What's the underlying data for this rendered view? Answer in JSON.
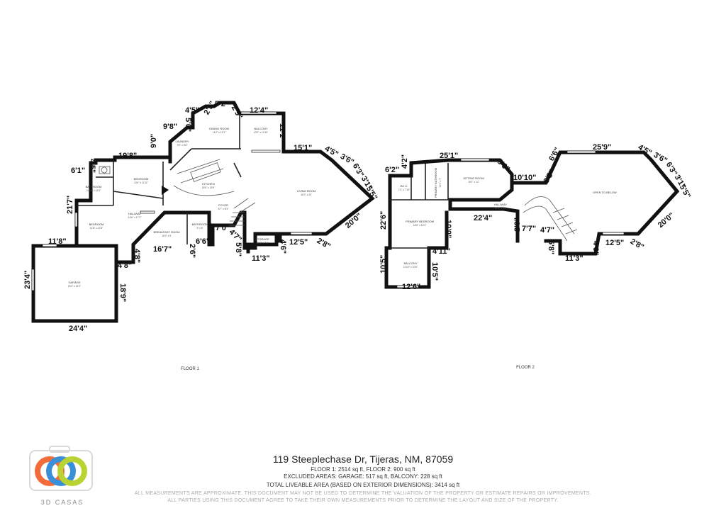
{
  "address": "119 Steeplechase Dr, Tijeras, NM, 87059",
  "floor_areas": "FLOOR 1: 2514 sq ft, FLOOR 2: 900 sq ft",
  "excluded_areas": "EXCLUDED AREAS: GARAGE: 517 sq ft, BALCONY: 228 sq ft",
  "total_area": "TOTAL LIVEABLE AREA (BASED ON EXTERIOR DIMENSIONS): 3414 sq ft",
  "disclaimer_1": "ALL MEASUREMENTS ARE APPROXIMATE. THIS DOCUMENT MAY NOT BE USED TO DETERMINE THE VALUATION OF THE PROPERTY OR ESTIMATE REPAIRS OR IMPROVEMENTS.",
  "disclaimer_2": "ALL PARTIES USING THIS DOCUMENT AGREE TO TAKE THEIR OWN MEASUREMENTS PRIOR TO DETERMINE THE LAYOUT AND SIZE OF THE PROPERTY.",
  "brand": "3D CASAS",
  "logo_colors": [
    "#f26b3a",
    "#3a8fd9",
    "#b9d432"
  ],
  "floor1": {
    "label": "FLOOR 1",
    "rooms": {
      "garage": "GARAGE",
      "garage_size": "23'4\" x 22'2\"",
      "bedroom_a": "BEDROOM",
      "bedroom_a_size": "11'8\" x 12'8\"",
      "bathroom": "BATHROOM",
      "bathroom_size": "11'10\" x 12'3\"",
      "bedroom_b": "BEDROOM",
      "bedroom_b_size": "13'4\" x 11'11\"",
      "hallway": "HALLWAY",
      "hallway_size": "16'6\" x 17'3\"",
      "breakfast": "BREAKFAST ROOM",
      "breakfast_size": "16'3\" x 9'",
      "bath_small": "BATHROOM",
      "bath_small_size": "5' x 6'",
      "laundry": "LAUNDRY",
      "laundry_size": "9'0\" x 8'8\"",
      "dining": "DINING ROOM",
      "dining_size": "14'2\" x 13'1\"",
      "balcony": "BALCONY",
      "balcony_size": "10'0\" x 10'10\"",
      "kitchen": "KITCHEN",
      "kitchen_size": "18'0\" x 15'9\"",
      "foyer": "FOYER",
      "foyer_size": "8'7\" x 8'3\"",
      "living": "LIVING ROOM",
      "living_size": "40'0\" x 20'",
      "storage": "STORAGE",
      "storage_size": "10'1\" x 7'4\""
    },
    "dims": {
      "d1": "4'5\"",
      "d2": "2'9\"",
      "d3": "5'2\"",
      "d4": "2'9\"",
      "d5": "12'4\"",
      "d6": "5'0\"",
      "d7": "9'8\"",
      "d8": "9'0\"",
      "d9": "11'1\"",
      "d10": "15'1\"",
      "d11": "4'5\"",
      "d12": "3'6\"",
      "d13": "6'3\"",
      "d14": "3'1\"",
      "d15": "5'5\"",
      "d16": "19'8\"",
      "d17": "4'5\"",
      "d18": "6'1\"",
      "d19": "21'7\"",
      "d20": "11'8\"",
      "d21": "23'4\"",
      "d22": "24'4\"",
      "d23": "18'9\"",
      "d24": "4'8\"",
      "d25": "4'8\"",
      "d26": "16'7\"",
      "d27": "6'6\"",
      "d28": "2'6\"",
      "d29": "4'0\"",
      "d30": "7'0\"",
      "d31": "4'7\"",
      "d32": "5'8\"",
      "d33": "11'3\"",
      "d34": "4'6\"",
      "d35": "12'5\"",
      "d36": "2'8\"",
      "d37": "20'0\""
    }
  },
  "floor2": {
    "label": "FLOOR 2",
    "rooms": {
      "wic": "W.I.C.",
      "wic_size": "7'4\" x 7'10\"",
      "primary_bath": "PRIMARY BATHROOM",
      "primary_bath_size": "12'1\" x 7'",
      "sitting": "SITTING ROOM",
      "sitting_size": "19'1\" x 12'",
      "open": "OPEN TO BELOW",
      "hallway": "HALLWAY",
      "hallway_size": "22'8\" x 9'5\"",
      "primary_bed": "PRIMARY BEDROOM",
      "primary_bed_size": "16'8\" x 13'3\"",
      "balcony": "BALCONY",
      "balcony_size": "11'10\" x 10'8\""
    },
    "dims": {
      "e1": "4'2\"",
      "e2": "25'1\"",
      "e3": "6'2\"",
      "e4": "8'6\"",
      "e5": "10'10\"",
      "e6": "3'5\"",
      "e7": "6'6\"",
      "e8": "25'9\"",
      "e9": "4'5\"",
      "e10": "3'6\"",
      "e11": "6'3\"",
      "e12": "3'1\"",
      "e13": "5'5\"",
      "e14": "20'0\"",
      "e15": "22'6\"",
      "e16": "10'0\"",
      "e17": "22'4\"",
      "e18": "2'9\"",
      "e19": "7'7\"",
      "e20": "4'7\"",
      "e21": "4'11\"",
      "e22": "10'5\"",
      "e23": "10'5\"",
      "e24": "12'6\"",
      "e25": "5'8\"",
      "e26": "4'6\"",
      "e27": "12'5\"",
      "e28": "2'8\"",
      "e29": "11'3\""
    }
  }
}
